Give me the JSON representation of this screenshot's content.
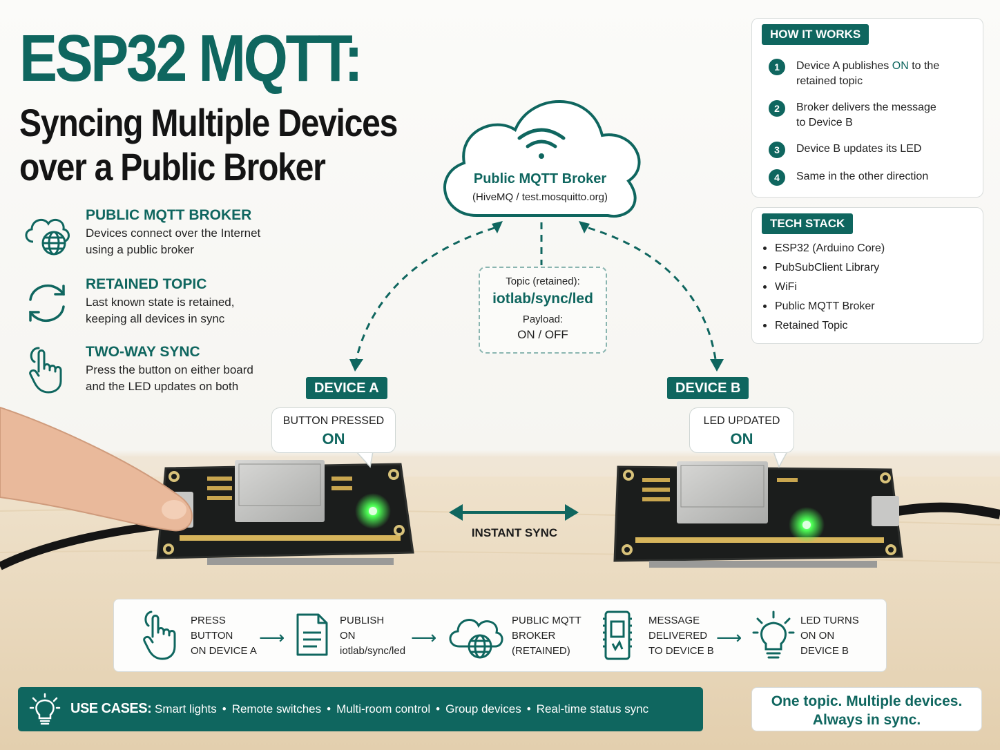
{
  "title": {
    "main": "ESP32 MQTT:",
    "sub_line1": "Syncing Multiple Devices",
    "sub_line2": "over a Public Broker"
  },
  "features": [
    {
      "icon": "cloud-globe-icon",
      "title": "PUBLIC MQTT BROKER",
      "line1": "Devices connect over the Internet",
      "line2": "using a public broker"
    },
    {
      "icon": "sync-arrows-icon",
      "title": "RETAINED TOPIC",
      "line1": "Last known state is retained,",
      "line2": "keeping all devices in sync"
    },
    {
      "icon": "hand-pointer-icon",
      "title": "TWO-WAY SYNC",
      "line1": "Press the button on either board",
      "line2": "and the LED updates on both"
    }
  ],
  "broker": {
    "title": "Public MQTT Broker",
    "subtitle": "(HiveMQ / test.mosquitto.org)"
  },
  "topic": {
    "label": "Topic (retained):",
    "name": "iotlab/sync/led",
    "payload_label": "Payload:",
    "payload_values": "ON / OFF"
  },
  "device_a": {
    "tag": "DEVICE A",
    "status_label": "BUTTON PRESSED",
    "status_value": "ON"
  },
  "device_b": {
    "tag": "DEVICE B",
    "status_label": "LED UPDATED",
    "status_value": "ON"
  },
  "instant_sync": "INSTANT SYNC",
  "how_it_works": {
    "tag": "HOW IT WORKS",
    "steps": [
      {
        "num": "1",
        "pre": "Device A publishes ",
        "highlight": "ON",
        "post": " to the",
        "line2": "retained topic"
      },
      {
        "num": "2",
        "pre": "Broker delivers the message",
        "highlight": "",
        "post": "",
        "line2": "to Device B"
      },
      {
        "num": "3",
        "pre": "Device B updates its LED",
        "highlight": "",
        "post": "",
        "line2": ""
      },
      {
        "num": "4",
        "pre": "Same in the other direction",
        "highlight": "",
        "post": "",
        "line2": ""
      }
    ]
  },
  "tech_stack": {
    "tag": "TECH STACK",
    "items": [
      "ESP32 (Arduino Core)",
      "PubSubClient Library",
      "WiFi",
      "Public MQTT Broker",
      "Retained Topic"
    ]
  },
  "flow": [
    {
      "icon": "hand-pointer-icon",
      "l1": "PRESS",
      "l2": "BUTTON",
      "l3": "ON DEVICE A"
    },
    {
      "icon": "document-icon",
      "l1": "PUBLISH",
      "l2": "ON",
      "l3": "iotlab/sync/led"
    },
    {
      "icon": "cloud-globe-icon",
      "l1": "PUBLIC MQTT",
      "l2": "BROKER",
      "l3": "(RETAINED)"
    },
    {
      "icon": "circuit-board-icon",
      "l1": "MESSAGE",
      "l2": "DELIVERED",
      "l3": "TO DEVICE B"
    },
    {
      "icon": "light-bulb-icon",
      "l1": "LED TURNS",
      "l2": "ON ON",
      "l3": "DEVICE B"
    }
  ],
  "use_cases": {
    "label": "USE CASES:",
    "items": [
      "Smart lights",
      "Remote switches",
      "Multi-room control",
      "Group devices",
      "Real-time status sync"
    ],
    "separator": "•"
  },
  "tagline": {
    "line1": "One topic. Multiple devices.",
    "line2": "Always in sync."
  },
  "colors": {
    "accent": "#0f665f",
    "led": "#3dff4a",
    "board": "#1b1d1c"
  }
}
